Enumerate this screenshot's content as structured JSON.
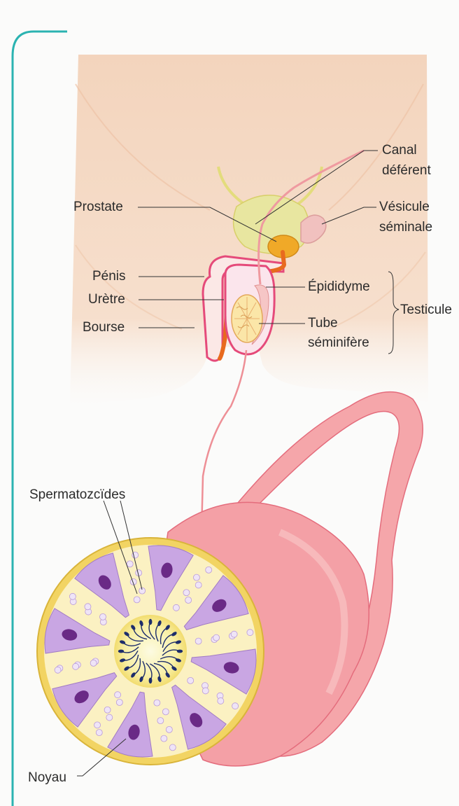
{
  "labels": {
    "canal_line1": "Canal",
    "canal_line2": "déférent",
    "vesicule_line1": "Vésicule",
    "vesicule_line2": "séminale",
    "prostate": "Prostate",
    "penis": "Pénis",
    "uretre": "Urètre",
    "bourse": "Bourse",
    "epididyme": "Épididyme",
    "testicule": "Testicule",
    "tube_line1": "Tube",
    "tube_line2": "séminifère",
    "spermatozoides": "Spermatozcïdes",
    "noyau": "Noyau"
  },
  "colors": {
    "accent_border": "#2bb3b1",
    "skin": "#f6d7c0",
    "bladder": "#e8e6a0",
    "tube_pink": "#ee8f96",
    "tube_light": "#f7b8b9",
    "cell_purple": "#c9a6e3",
    "nucleus": "#6a2a86",
    "sperm": "#1d2d6b",
    "yellow_core": "#f9f3b2",
    "yellow_ring": "#f2d86a",
    "prostate": "#f0a928",
    "urethra": "#e86a1e"
  }
}
